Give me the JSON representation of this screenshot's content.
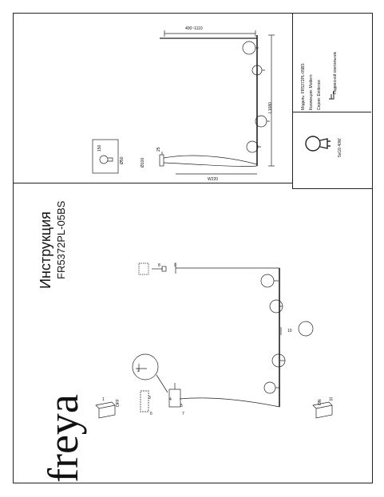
{
  "brand": {
    "logo": "freya"
  },
  "title": {
    "heading": "Инструкция",
    "model": "FR5372PL-05BS"
  },
  "spec": {
    "model_label": "Модель:",
    "model_value": "FR5372PL-05BS",
    "collection_label": "Коллекция:",
    "collection_value": "Modern",
    "series_label": "Серия:",
    "series_value": "Evidence",
    "type_value": "Подвесной светильник",
    "lamp_value": "5xG9 40W"
  },
  "dimensions": {
    "top_span": "400~1110",
    "length": "L1080",
    "height": "25",
    "diameter": "Ø100",
    "width": "W220",
    "bulb_w": "150",
    "bulb_h": "Ø50"
  },
  "switches": {
    "off": "OFF",
    "on": "ON"
  },
  "steps": [
    "1",
    "2",
    "3",
    "4",
    "5",
    "6",
    "7",
    "8",
    "9",
    "10",
    "11"
  ]
}
